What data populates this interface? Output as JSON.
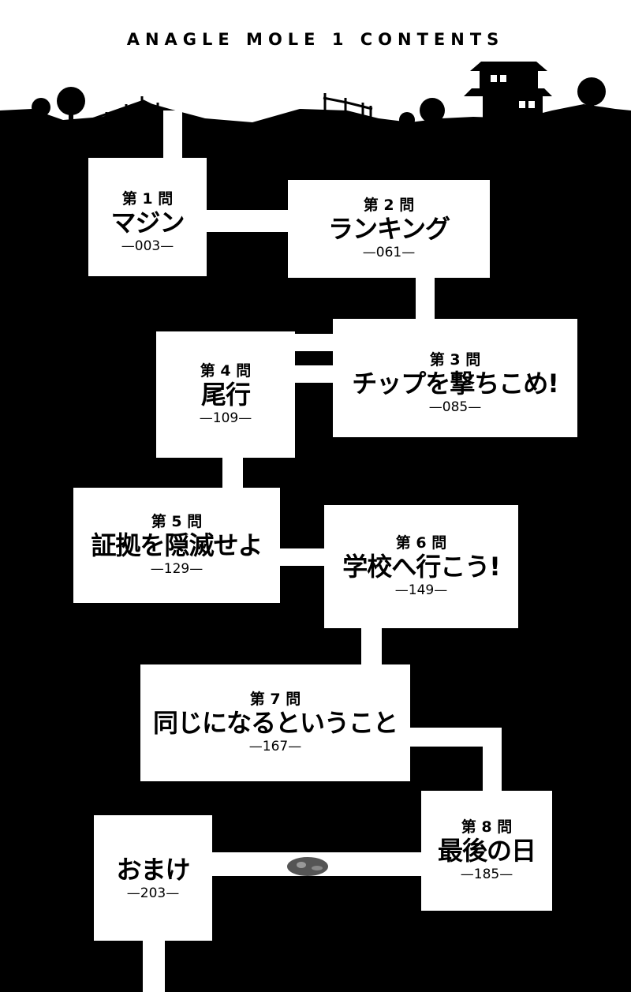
{
  "header": "ANAGLE MOLE 1 CONTENTS",
  "chapters": [
    {
      "label": "第 1 問",
      "title": "マジン",
      "page": "003"
    },
    {
      "label": "第 2 問",
      "title": "ランキング",
      "page": "061"
    },
    {
      "label": "第 3 問",
      "title": "チップを撃ちこめ!",
      "page": "085"
    },
    {
      "label": "第 4 問",
      "title": "尾行",
      "page": "109"
    },
    {
      "label": "第 5 問",
      "title": "証拠を隠滅せよ",
      "page": "129"
    },
    {
      "label": "第 6 問",
      "title": "学校へ行こう!",
      "page": "149"
    },
    {
      "label": "第 7 問",
      "title": "同じになるということ",
      "page": "167"
    },
    {
      "label": "第 8 問",
      "title": "最後の日",
      "page": "185"
    }
  ],
  "extra": {
    "title": "おまけ",
    "page": "203"
  },
  "colors": {
    "ground": "#000000",
    "tunnel": "#ffffff"
  }
}
